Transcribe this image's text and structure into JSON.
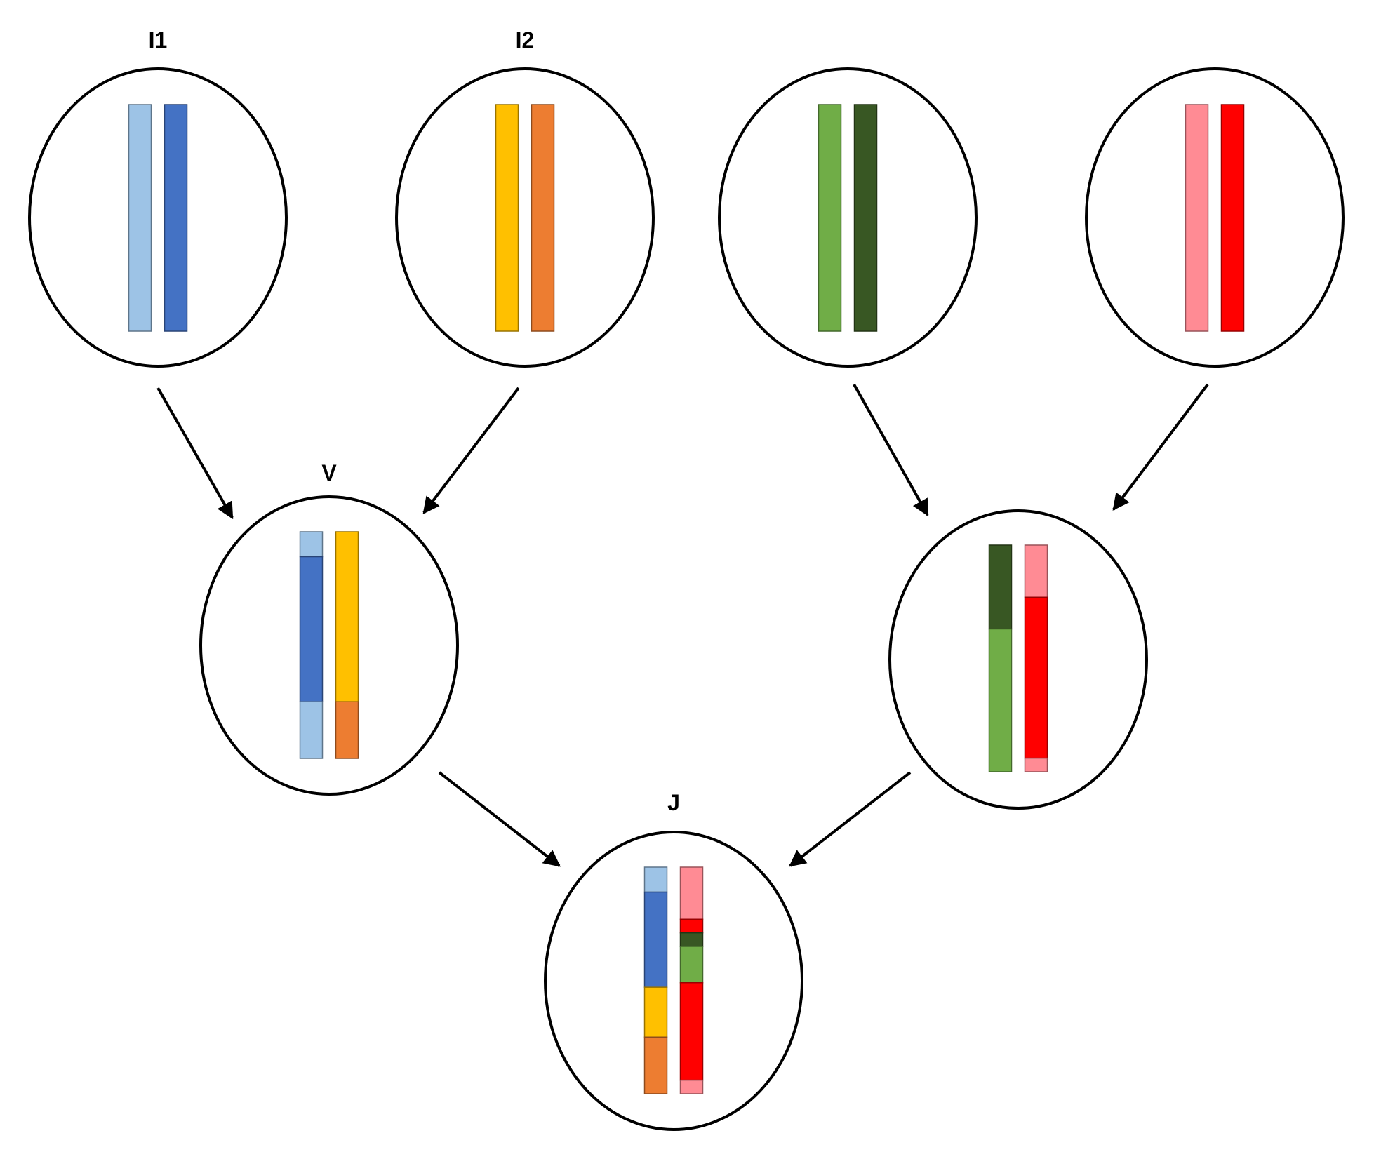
{
  "colors": {
    "light_blue": "#9DC3E6",
    "dark_blue": "#4472C4",
    "yellow": "#FFC000",
    "orange": "#ED7D31",
    "light_green": "#70AD47",
    "dark_green": "#385723",
    "pink": "#FF8B94",
    "red": "#FF0000"
  },
  "nodes": [
    {
      "id": "I1",
      "label": "I1",
      "chromosomes": [
        [
          {
            "color": "light_blue",
            "fraction": 1.0
          }
        ],
        [
          {
            "color": "dark_blue",
            "fraction": 1.0
          }
        ]
      ]
    },
    {
      "id": "I2",
      "label": "I2",
      "chromosomes": [
        [
          {
            "color": "yellow",
            "fraction": 1.0
          }
        ],
        [
          {
            "color": "orange",
            "fraction": 1.0
          }
        ]
      ]
    },
    {
      "id": "I3",
      "label": "",
      "chromosomes": [
        [
          {
            "color": "light_green",
            "fraction": 1.0
          }
        ],
        [
          {
            "color": "dark_green",
            "fraction": 1.0
          }
        ]
      ]
    },
    {
      "id": "I4",
      "label": "",
      "chromosomes": [
        [
          {
            "color": "pink",
            "fraction": 1.0
          }
        ],
        [
          {
            "color": "red",
            "fraction": 1.0
          }
        ]
      ]
    },
    {
      "id": "V",
      "label": "V",
      "chromosomes": [
        [
          {
            "color": "light_blue",
            "fraction": 0.11
          },
          {
            "color": "dark_blue",
            "fraction": 0.64
          },
          {
            "color": "light_blue",
            "fraction": 0.25
          }
        ],
        [
          {
            "color": "yellow",
            "fraction": 0.75
          },
          {
            "color": "orange",
            "fraction": 0.25
          }
        ]
      ]
    },
    {
      "id": "II2",
      "label": "",
      "chromosomes": [
        [
          {
            "color": "dark_green",
            "fraction": 0.37
          },
          {
            "color": "light_green",
            "fraction": 0.63
          }
        ],
        [
          {
            "color": "pink",
            "fraction": 0.23
          },
          {
            "color": "red",
            "fraction": 0.71
          },
          {
            "color": "pink",
            "fraction": 0.06
          }
        ]
      ]
    },
    {
      "id": "J",
      "label": "J",
      "chromosomes": [
        [
          {
            "color": "light_blue",
            "fraction": 0.11
          },
          {
            "color": "dark_blue",
            "fraction": 0.42
          },
          {
            "color": "yellow",
            "fraction": 0.22
          },
          {
            "color": "orange",
            "fraction": 0.25
          }
        ],
        [
          {
            "color": "pink",
            "fraction": 0.23
          },
          {
            "color": "red",
            "fraction": 0.06
          },
          {
            "color": "dark_green",
            "fraction": 0.06
          },
          {
            "color": "light_green",
            "fraction": 0.16
          },
          {
            "color": "red",
            "fraction": 0.43
          },
          {
            "color": "pink",
            "fraction": 0.06
          }
        ]
      ]
    }
  ],
  "edges": [
    {
      "from": "I1",
      "to": "V"
    },
    {
      "from": "I2",
      "to": "V"
    },
    {
      "from": "I3",
      "to": "II2"
    },
    {
      "from": "I4",
      "to": "II2"
    },
    {
      "from": "V",
      "to": "J"
    },
    {
      "from": "II2",
      "to": "J"
    }
  ]
}
